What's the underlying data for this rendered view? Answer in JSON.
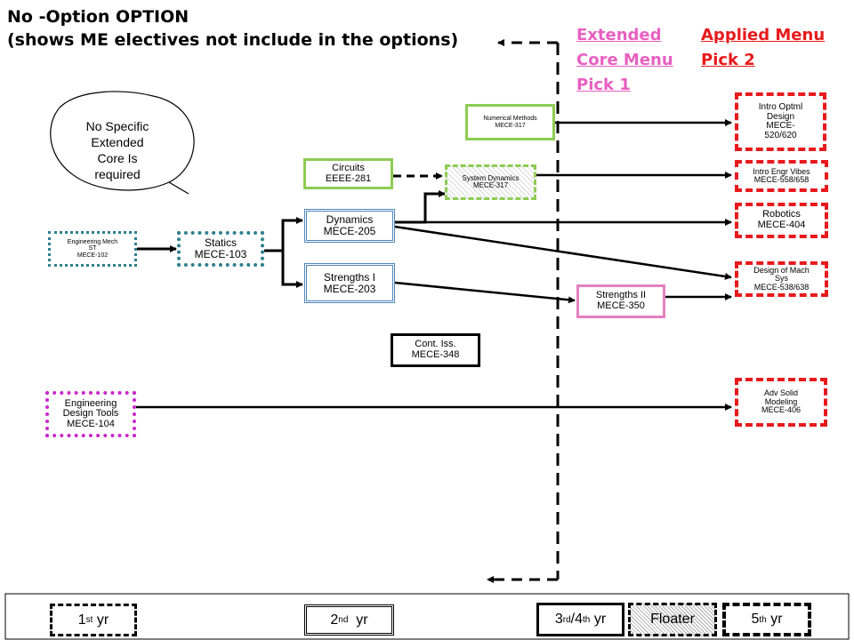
{
  "title": {
    "line1": "No -Option OPTION",
    "line2": "(shows ME electives not include in the options)"
  },
  "extended_menu": {
    "line1": "Extended",
    "line2": "Core Menu",
    "line3": "Pick 1",
    "color": "#e85fc1"
  },
  "applied_menu": {
    "line1": "Applied  Menu",
    "line2": "Pick 2",
    "color": "#e8191c"
  },
  "bubble": {
    "line1": "No Specific",
    "line2": "Extended",
    "line3": "Core Is",
    "line4": "required"
  },
  "courses": {
    "eng_mech": {
      "name": "Engineering Mech",
      "aux": "ST",
      "code": "MECE-102"
    },
    "statics": {
      "name": "Statics",
      "code": "MECE-103"
    },
    "dynamics": {
      "name": "Dynamics",
      "code": "MECE-205"
    },
    "strengths1": {
      "name": "Strengths I",
      "code": "MECE-203"
    },
    "circuits": {
      "name": "Circuits",
      "code": "EEEE-281"
    },
    "sysdyn": {
      "name": "System Dynamics",
      "code": "MECE-317"
    },
    "nummeth": {
      "name": "Numerical Methods",
      "code": "MECE-317"
    },
    "strengths2": {
      "name": "Strengths II",
      "code": "MECE-350"
    },
    "contiss": {
      "name": "Cont. Iss.",
      "code": "MECE-348"
    },
    "edt": {
      "line1": "Engineering",
      "line2": "Design Tools",
      "code": "MECE-104"
    },
    "optml": {
      "line1": "Intro Optml",
      "line2": "Design",
      "line3": "MECE-",
      "line4": "520/620"
    },
    "vibes": {
      "name": "Intro Engr Vibes",
      "code": "MECE-558/658"
    },
    "robotics": {
      "name": "Robotics",
      "code": "MECE-404"
    },
    "machsys": {
      "line1": "Design of Mach",
      "line2": "Sys",
      "code": "MECE-538/638"
    },
    "advsolid": {
      "line1": "Adv Solid",
      "line2": "Modeling",
      "code": "MECE-406"
    }
  },
  "legend": {
    "first": {
      "num": "1",
      "sup": "st",
      "label": "yr"
    },
    "second": {
      "num": "2",
      "sup": "nd",
      "label": "yr"
    },
    "third": {
      "num": "3",
      "sup": "rd",
      "mid": "/4",
      "sup2": "th",
      "label": "yr"
    },
    "floater": {
      "label": "Floater"
    },
    "fifth": {
      "num": "5",
      "sup": "th",
      "label": "yr"
    }
  },
  "colors": {
    "teal": "#2f7f8f",
    "blue": "#4f85b8",
    "green": "#8dcc52",
    "pink": "#e47fbf",
    "magenta": "#c827c8",
    "red": "#e8191c"
  }
}
